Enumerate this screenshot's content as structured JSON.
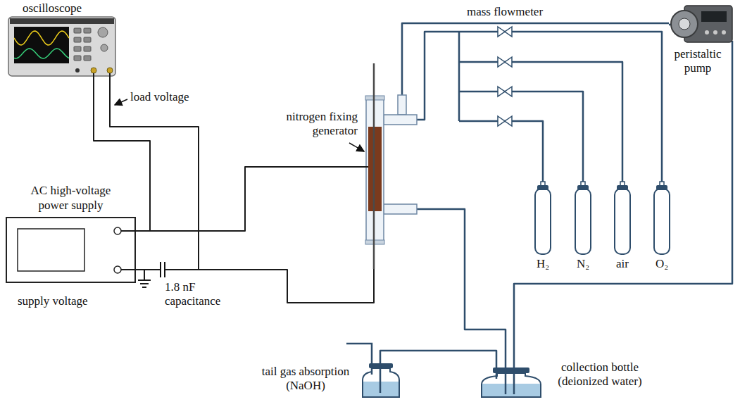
{
  "diagram": {
    "nodes": [
      {
        "text": [
          "oscilloscope"
        ]
      },
      {
        "text": [
          "AC high-voltage power supply"
        ]
      },
      {
        "text": [
          "1.8 nF capacitance"
        ]
      },
      {
        "text": [
          "nitrogen fixing generator"
        ]
      },
      {
        "text": [
          "mass flowmeter"
        ]
      },
      {
        "text": [
          "peristaltic pump"
        ]
      },
      {
        "text": [
          "H₂"
        ]
      },
      {
        "text": [
          "N₂"
        ]
      },
      {
        "text": [
          "air"
        ]
      },
      {
        "text": [
          "O₂"
        ]
      },
      {
        "text": [
          "tail gas absorption (NaOH)"
        ]
      },
      {
        "text": [
          "collection bottle (deionized water)"
        ]
      }
    ],
    "edges": [
      {
        "from": 1,
        "to": 3,
        "arrow": "none"
      },
      {
        "from": 1,
        "to": 2,
        "arrow": "none"
      },
      {
        "from": 2,
        "to": 3,
        "arrow": "none"
      },
      {
        "from": 0,
        "to": 1,
        "arrow": "none"
      },
      {
        "from": 0,
        "to": 2,
        "arrow": "none"
      },
      {
        "from": 4,
        "to": 3,
        "arrow": "none"
      },
      {
        "from": 6,
        "to": 4,
        "arrow": "none"
      },
      {
        "from": 7,
        "to": 4,
        "arrow": "none"
      },
      {
        "from": 8,
        "to": 4,
        "arrow": "none"
      },
      {
        "from": 9,
        "to": 4,
        "arrow": "none"
      },
      {
        "from": 5,
        "to": 3,
        "arrow": "none"
      },
      {
        "from": 3,
        "to": 11,
        "arrow": "none"
      },
      {
        "from": 5,
        "to": 11,
        "arrow": "none"
      },
      {
        "from": 11,
        "to": 10,
        "arrow": "none"
      }
    ],
    "labels": [
      "load voltage",
      "supply voltage"
    ]
  }
}
